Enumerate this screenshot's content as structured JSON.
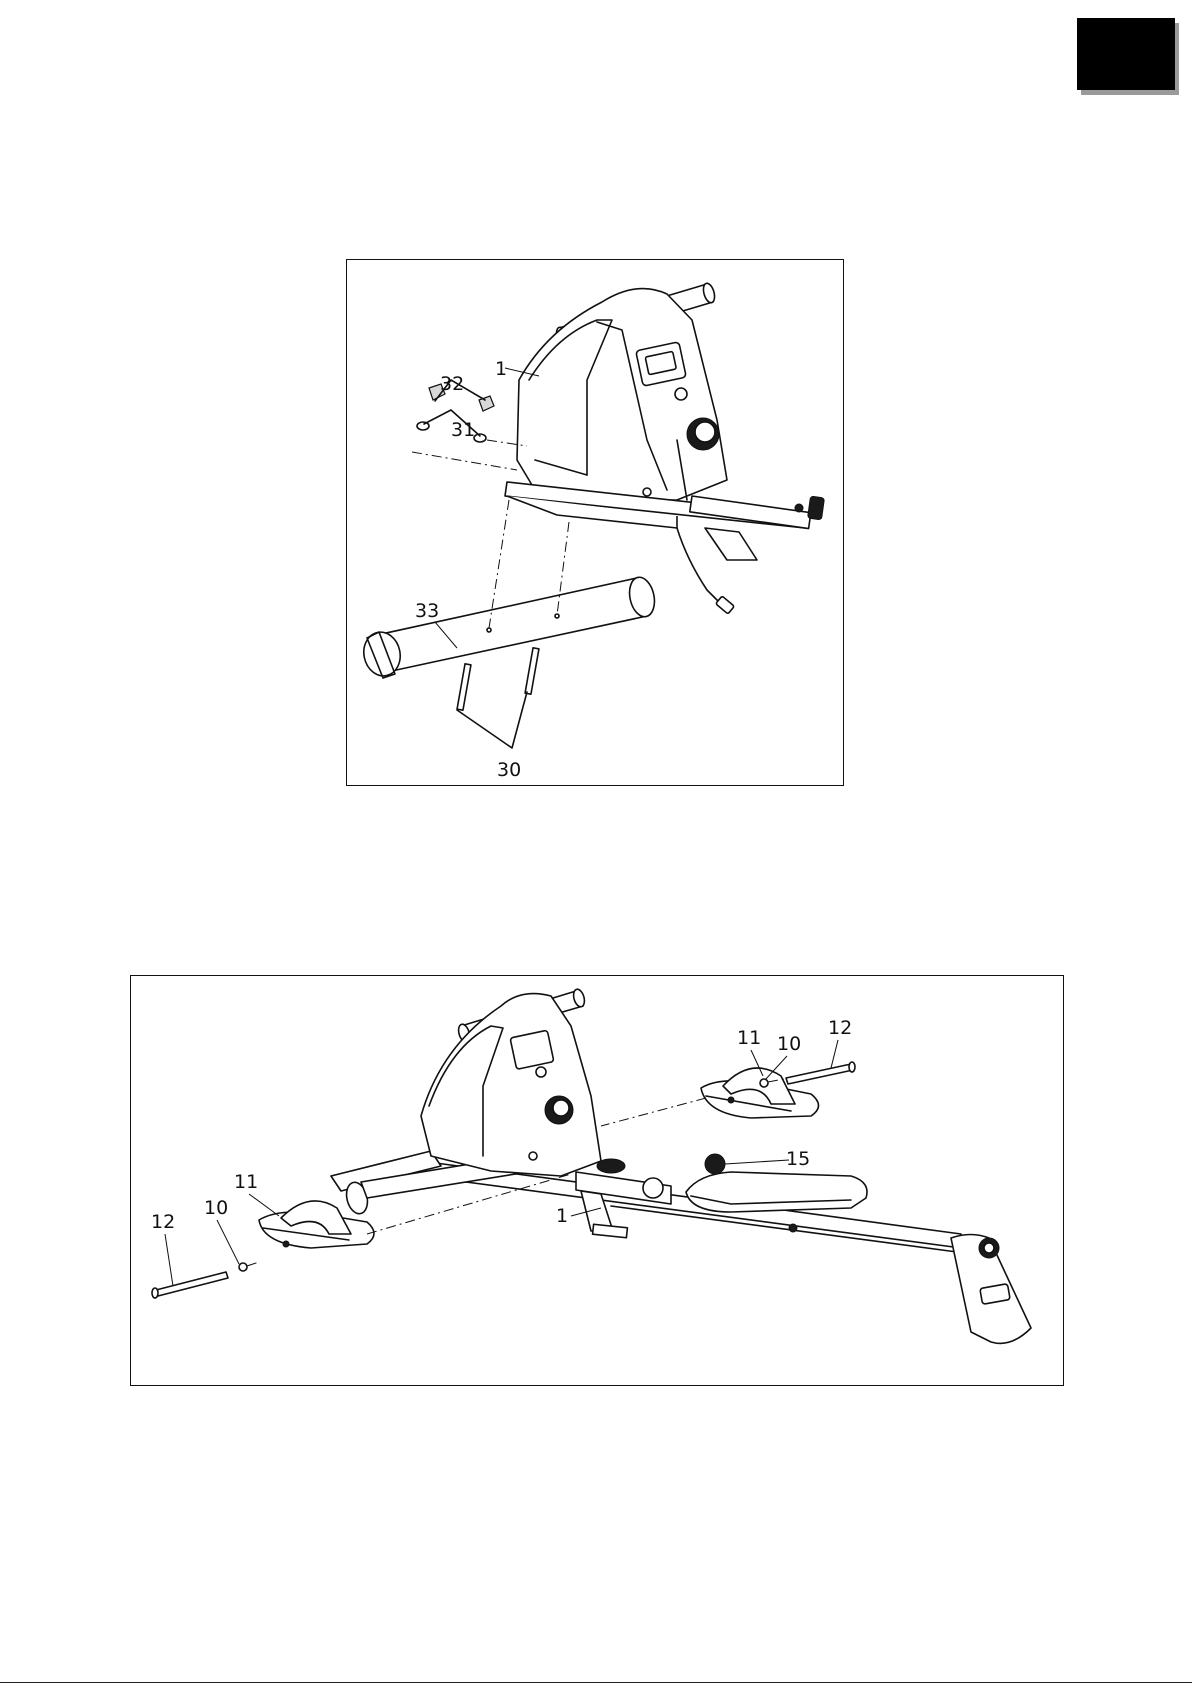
{
  "figure1": {
    "labels": {
      "part_1": "1",
      "part_32": "32",
      "part_31": "31",
      "part_33": "33",
      "part_30": "30"
    }
  },
  "figure2": {
    "labels": {
      "left_12": "12",
      "left_10": "10",
      "left_11": "11",
      "part_1": "1",
      "right_11": "11",
      "right_10": "10",
      "right_12": "12",
      "part_15": "15"
    }
  }
}
